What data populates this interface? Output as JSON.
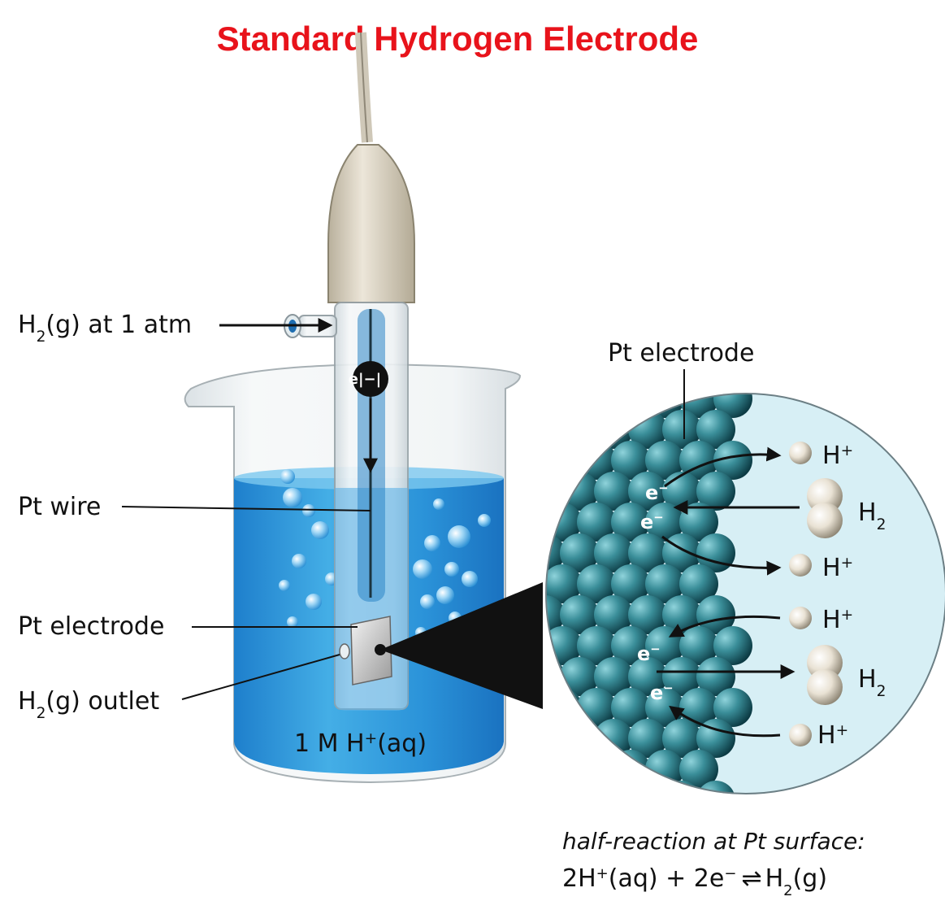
{
  "title": "Standard Hydrogen Electrode",
  "labels": {
    "h2_in": "H|2|(g) at 1 atm",
    "pt_wire": "Pt wire",
    "pt_electrode_left": "Pt electrode",
    "h2_outlet": "H|2|(g) outlet",
    "solution": "1 M H|+|(aq)",
    "pt_electrode_zoom": "Pt electrode",
    "electron_tube": "e|−|"
  },
  "zoom": {
    "electron": "e|−|",
    "h_plus": "H|+|",
    "h2": "H|2|"
  },
  "half_reaction": {
    "caption": "half-reaction at Pt surface:",
    "p1": "2H",
    "p1_sup": "+",
    "p2": "(aq) + 2e",
    "p2_sup": "−",
    "arrow": "⇌",
    "p3": "H",
    "p3_sub": "2",
    "p4": "(g)"
  },
  "colors": {
    "title": "#e8131b",
    "solution": "#1f8fd8",
    "platinum_sphere": "#2e7f8a",
    "zoom_bg": "#d7eff5"
  }
}
